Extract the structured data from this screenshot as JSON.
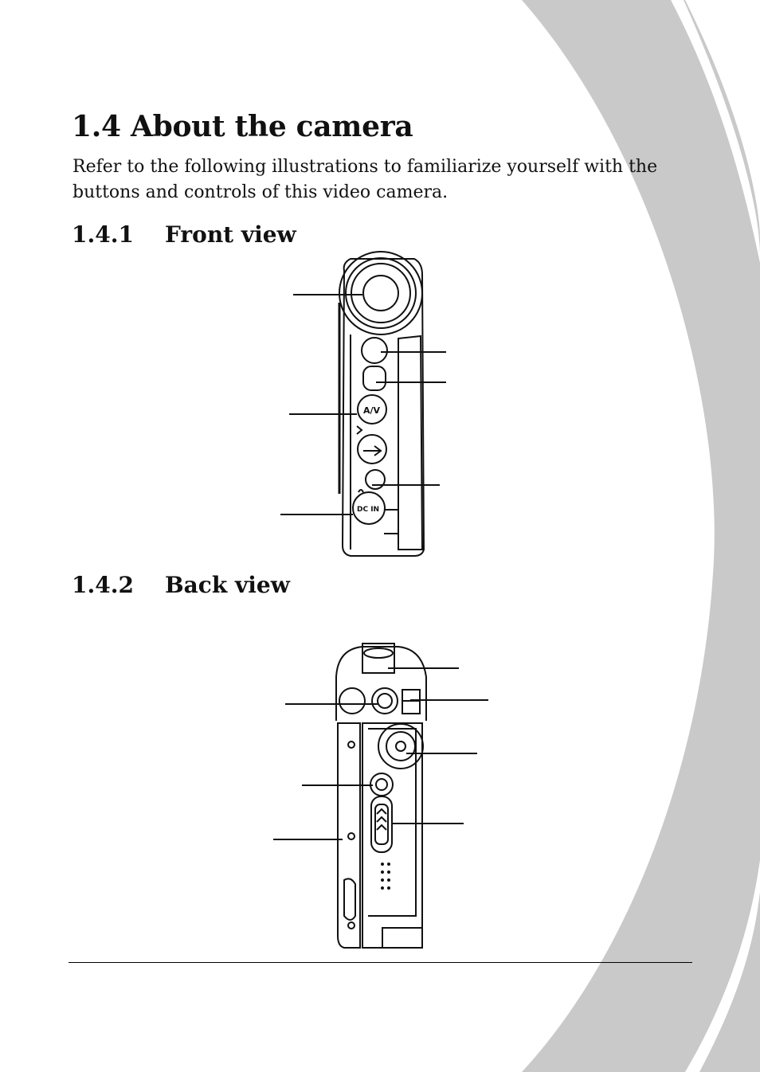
{
  "section": {
    "title": "1.4 About the camera",
    "intro": "Refer to the following illustrations to familiarize yourself with the buttons and controls of this video camera."
  },
  "subsections": [
    {
      "number": "1.4.1",
      "title": "Front view"
    },
    {
      "number": "1.4.2",
      "title": "Back view"
    }
  ],
  "figures": {
    "front_view": {
      "description_icon": "camera-front-illustration"
    },
    "back_view": {
      "description_icon": "camera-back-illustration"
    }
  },
  "colors": {
    "page_decoration": "#c8c8c8",
    "text": "#111111"
  }
}
